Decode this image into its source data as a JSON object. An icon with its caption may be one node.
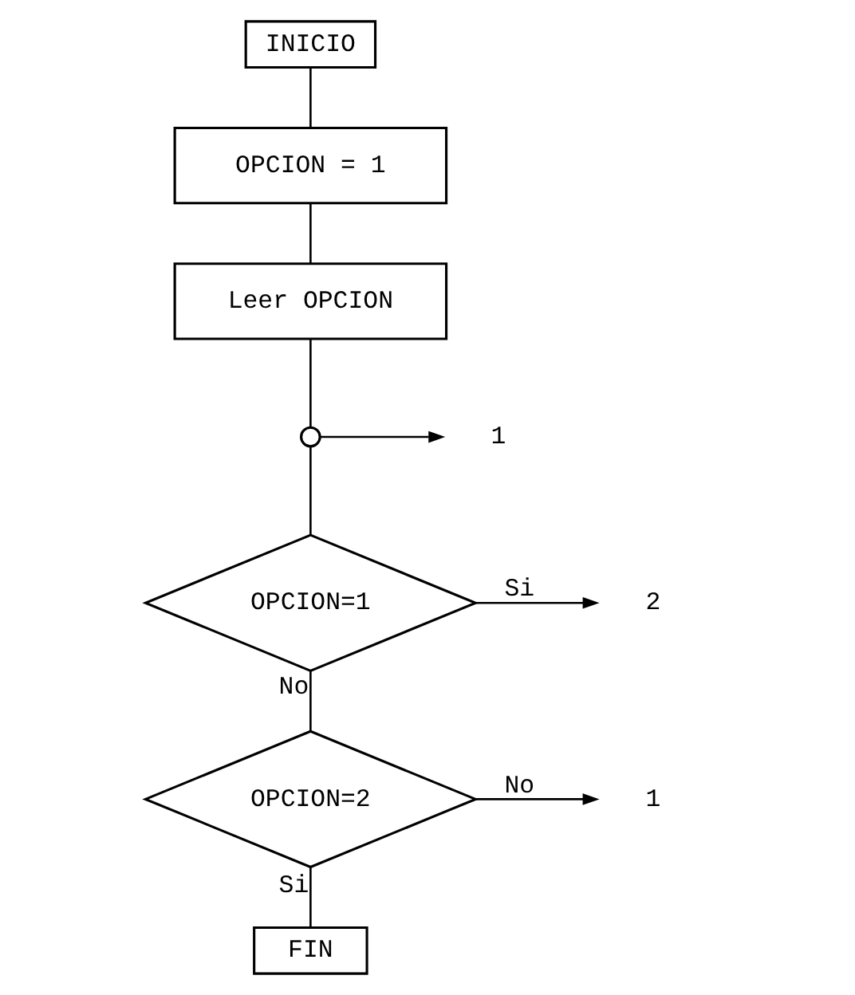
{
  "diagram": {
    "nodes": [
      {
        "text": [
          "INICIO"
        ]
      },
      {
        "text": [
          "OPCION = 1"
        ]
      },
      {
        "text": [
          "Leer OPCION"
        ]
      },
      {
        "text": [],
        "shape": "circle"
      },
      {
        "text": [
          "1"
        ]
      },
      {
        "text": [
          "OPCION=1"
        ]
      },
      {
        "text": [
          "2"
        ]
      },
      {
        "text": [
          "OPCION=2"
        ]
      },
      {
        "text": [
          "1"
        ]
      },
      {
        "text": [
          "FIN"
        ]
      }
    ],
    "edges": [
      {
        "from": 0,
        "to": 1,
        "arrow": "none"
      },
      {
        "from": 1,
        "to": 2,
        "arrow": "none"
      },
      {
        "from": 2,
        "to": 3,
        "arrow": "none"
      },
      {
        "from": 3,
        "to": 4,
        "arrow": "to"
      },
      {
        "from": 3,
        "to": 5,
        "arrow": "none"
      },
      {
        "from": 5,
        "to": 6,
        "arrow": "to",
        "label": "Si"
      },
      {
        "from": 5,
        "to": 7,
        "arrow": "none",
        "label": "No"
      },
      {
        "from": 7,
        "to": 8,
        "arrow": "to",
        "label": "No"
      },
      {
        "from": 7,
        "to": 9,
        "arrow": "none",
        "label": "Si"
      }
    ]
  }
}
